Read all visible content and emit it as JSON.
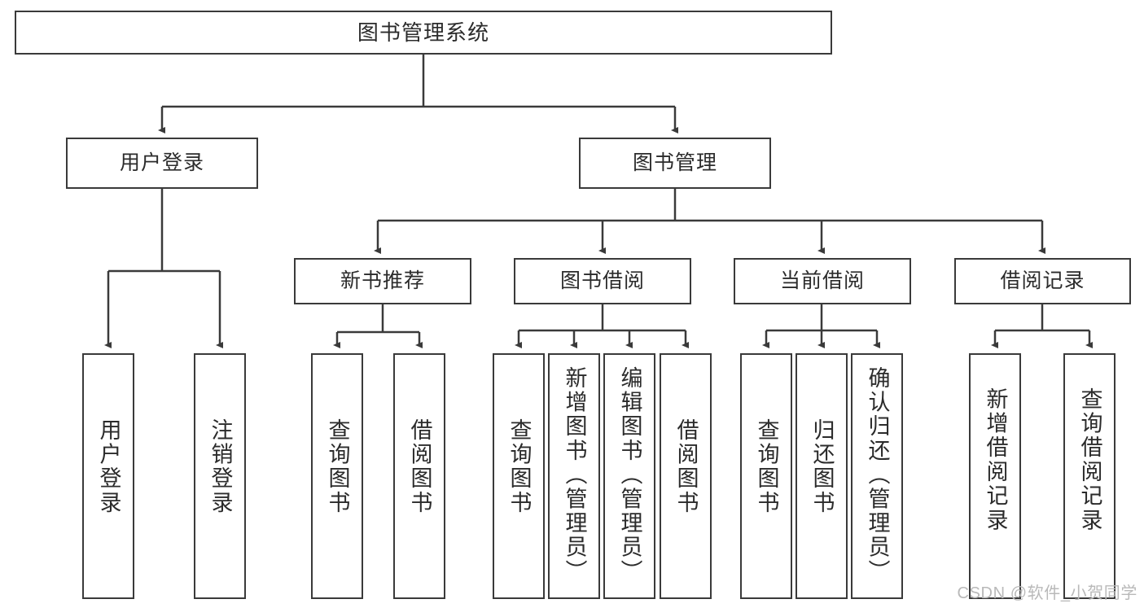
{
  "diagram": {
    "title": "图书管理系统",
    "type": "hierarchy-tree",
    "root": {
      "id": "root",
      "label": "图书管理系统"
    },
    "level2": [
      {
        "id": "user-login",
        "label": "用户登录"
      },
      {
        "id": "book-manage",
        "label": "图书管理"
      }
    ],
    "level3": [
      {
        "id": "new-book-rec",
        "label": "新书推荐",
        "parent": "book-manage"
      },
      {
        "id": "book-borrow",
        "label": "图书借阅",
        "parent": "book-manage"
      },
      {
        "id": "current-borrow",
        "label": "当前借阅",
        "parent": "book-manage"
      },
      {
        "id": "borrow-record",
        "label": "借阅记录",
        "parent": "book-manage"
      }
    ],
    "leaves": [
      {
        "id": "leaf-user-login",
        "label": "用户登录",
        "parent": "user-login"
      },
      {
        "id": "leaf-logout",
        "label": "注销登录",
        "parent": "user-login"
      },
      {
        "id": "leaf-query-book-1",
        "label": "查询图书",
        "parent": "new-book-rec"
      },
      {
        "id": "leaf-borrow-book-1",
        "label": "借阅图书",
        "parent": "new-book-rec"
      },
      {
        "id": "leaf-query-book-2",
        "label": "查询图书",
        "parent": "book-borrow"
      },
      {
        "id": "leaf-add-book",
        "label": "新增图书（管理员）",
        "parent": "book-borrow"
      },
      {
        "id": "leaf-edit-book",
        "label": "编辑图书（管理员）",
        "parent": "book-borrow"
      },
      {
        "id": "leaf-borrow-book-2",
        "label": "借阅图书",
        "parent": "book-borrow"
      },
      {
        "id": "leaf-query-book-3",
        "label": "查询图书",
        "parent": "current-borrow"
      },
      {
        "id": "leaf-return-book",
        "label": "归还图书",
        "parent": "current-borrow"
      },
      {
        "id": "leaf-confirm-return",
        "label": "确认归还（管理员）",
        "parent": "current-borrow"
      },
      {
        "id": "leaf-add-record",
        "label": "新增借阅记录",
        "parent": "borrow-record"
      },
      {
        "id": "leaf-query-record",
        "label": "查询借阅记录",
        "parent": "borrow-record"
      }
    ],
    "colors": {
      "stroke": "#3a3a3a",
      "fill": "#ffffff",
      "text": "#2b2b2b",
      "watermark": "#b9b9b9"
    }
  },
  "watermark": {
    "text": "CSDN @软件_小贺同学"
  }
}
